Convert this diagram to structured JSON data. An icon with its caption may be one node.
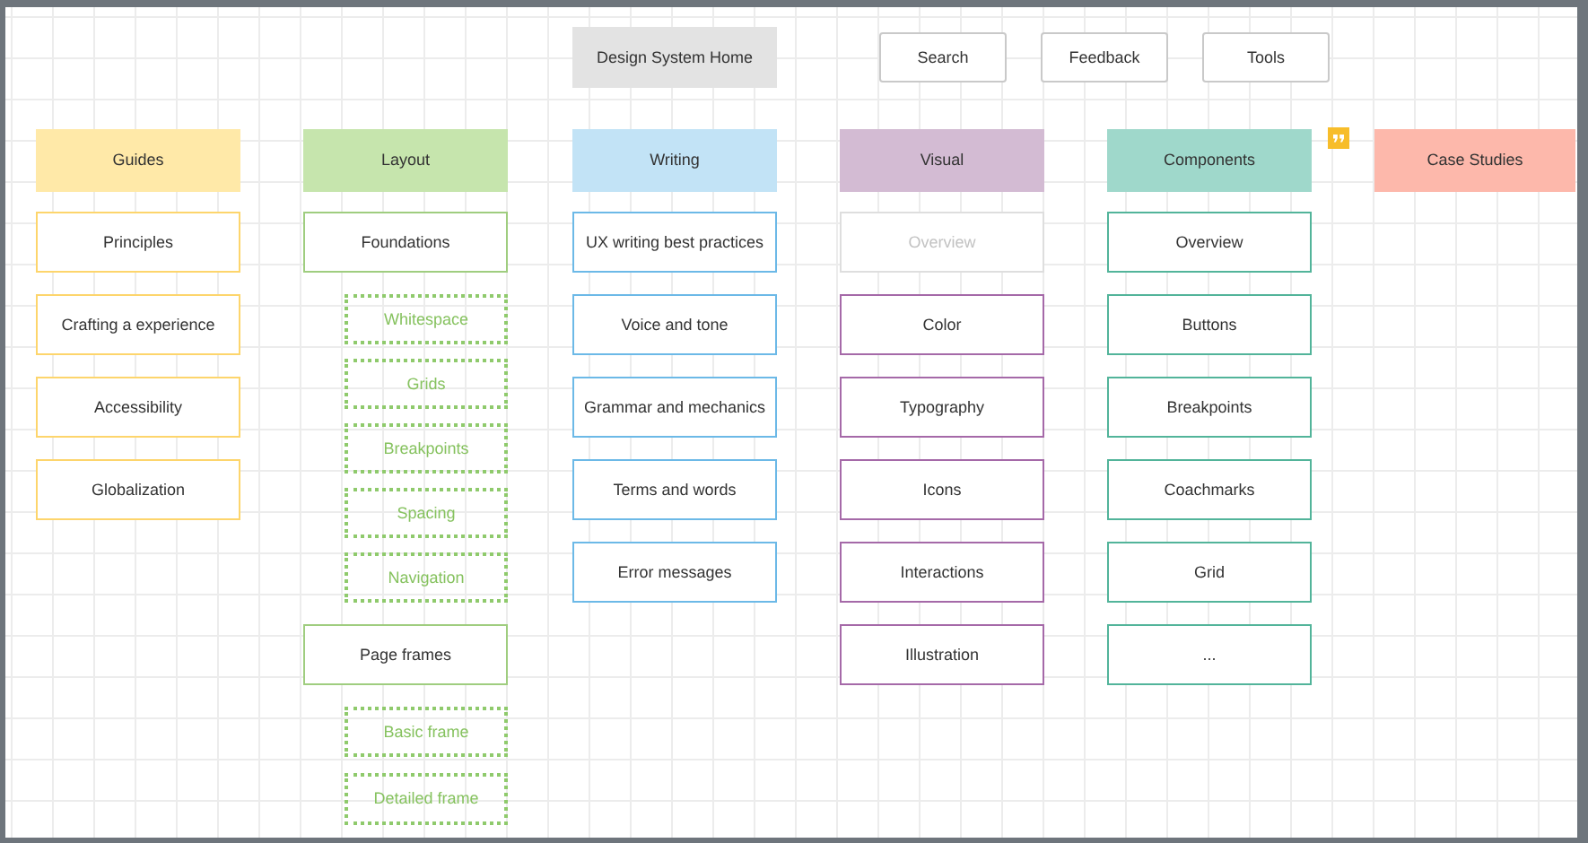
{
  "diagram": {
    "nodes": [
      {
        "text": [
          "Design System Home"
        ]
      },
      {
        "text": [
          "Search"
        ]
      },
      {
        "text": [
          "Feedback"
        ]
      },
      {
        "text": [
          "Tools"
        ]
      },
      {
        "text": [
          "Guides"
        ]
      },
      {
        "text": [
          "Principles"
        ]
      },
      {
        "text": [
          "Crafting a experience"
        ]
      },
      {
        "text": [
          "Accessibility"
        ]
      },
      {
        "text": [
          "Globalization"
        ]
      },
      {
        "text": [
          "Layout"
        ]
      },
      {
        "text": [
          "Foundations"
        ]
      },
      {
        "text": [
          "Whitespace"
        ]
      },
      {
        "text": [
          "Grids"
        ]
      },
      {
        "text": [
          "Breakpoints"
        ]
      },
      {
        "text": [
          "Spacing"
        ]
      },
      {
        "text": [
          "Navigation"
        ]
      },
      {
        "text": [
          "Page frames"
        ]
      },
      {
        "text": [
          "Basic frame"
        ]
      },
      {
        "text": [
          "Detailed frame"
        ]
      },
      {
        "text": [
          "Writing"
        ]
      },
      {
        "text": [
          "UX writing best practices"
        ]
      },
      {
        "text": [
          "Voice and tone"
        ]
      },
      {
        "text": [
          "Grammar and mechanics"
        ]
      },
      {
        "text": [
          "Terms and words"
        ]
      },
      {
        "text": [
          "Error messages"
        ]
      },
      {
        "text": [
          "Visual"
        ]
      },
      {
        "text": [
          "Overview"
        ]
      },
      {
        "text": [
          "Color"
        ]
      },
      {
        "text": [
          "Typography"
        ]
      },
      {
        "text": [
          "Icons"
        ]
      },
      {
        "text": [
          "Interactions"
        ]
      },
      {
        "text": [
          "Illustration"
        ]
      },
      {
        "text": [
          "Components"
        ]
      },
      {
        "text": [
          "Overview"
        ]
      },
      {
        "text": [
          "Buttons"
        ]
      },
      {
        "text": [
          "Breakpoints"
        ]
      },
      {
        "text": [
          "Coachmarks"
        ]
      },
      {
        "text": [
          "Grid"
        ]
      },
      {
        "text": [
          "..."
        ]
      },
      {
        "text": [
          "Case Studies"
        ]
      }
    ]
  }
}
